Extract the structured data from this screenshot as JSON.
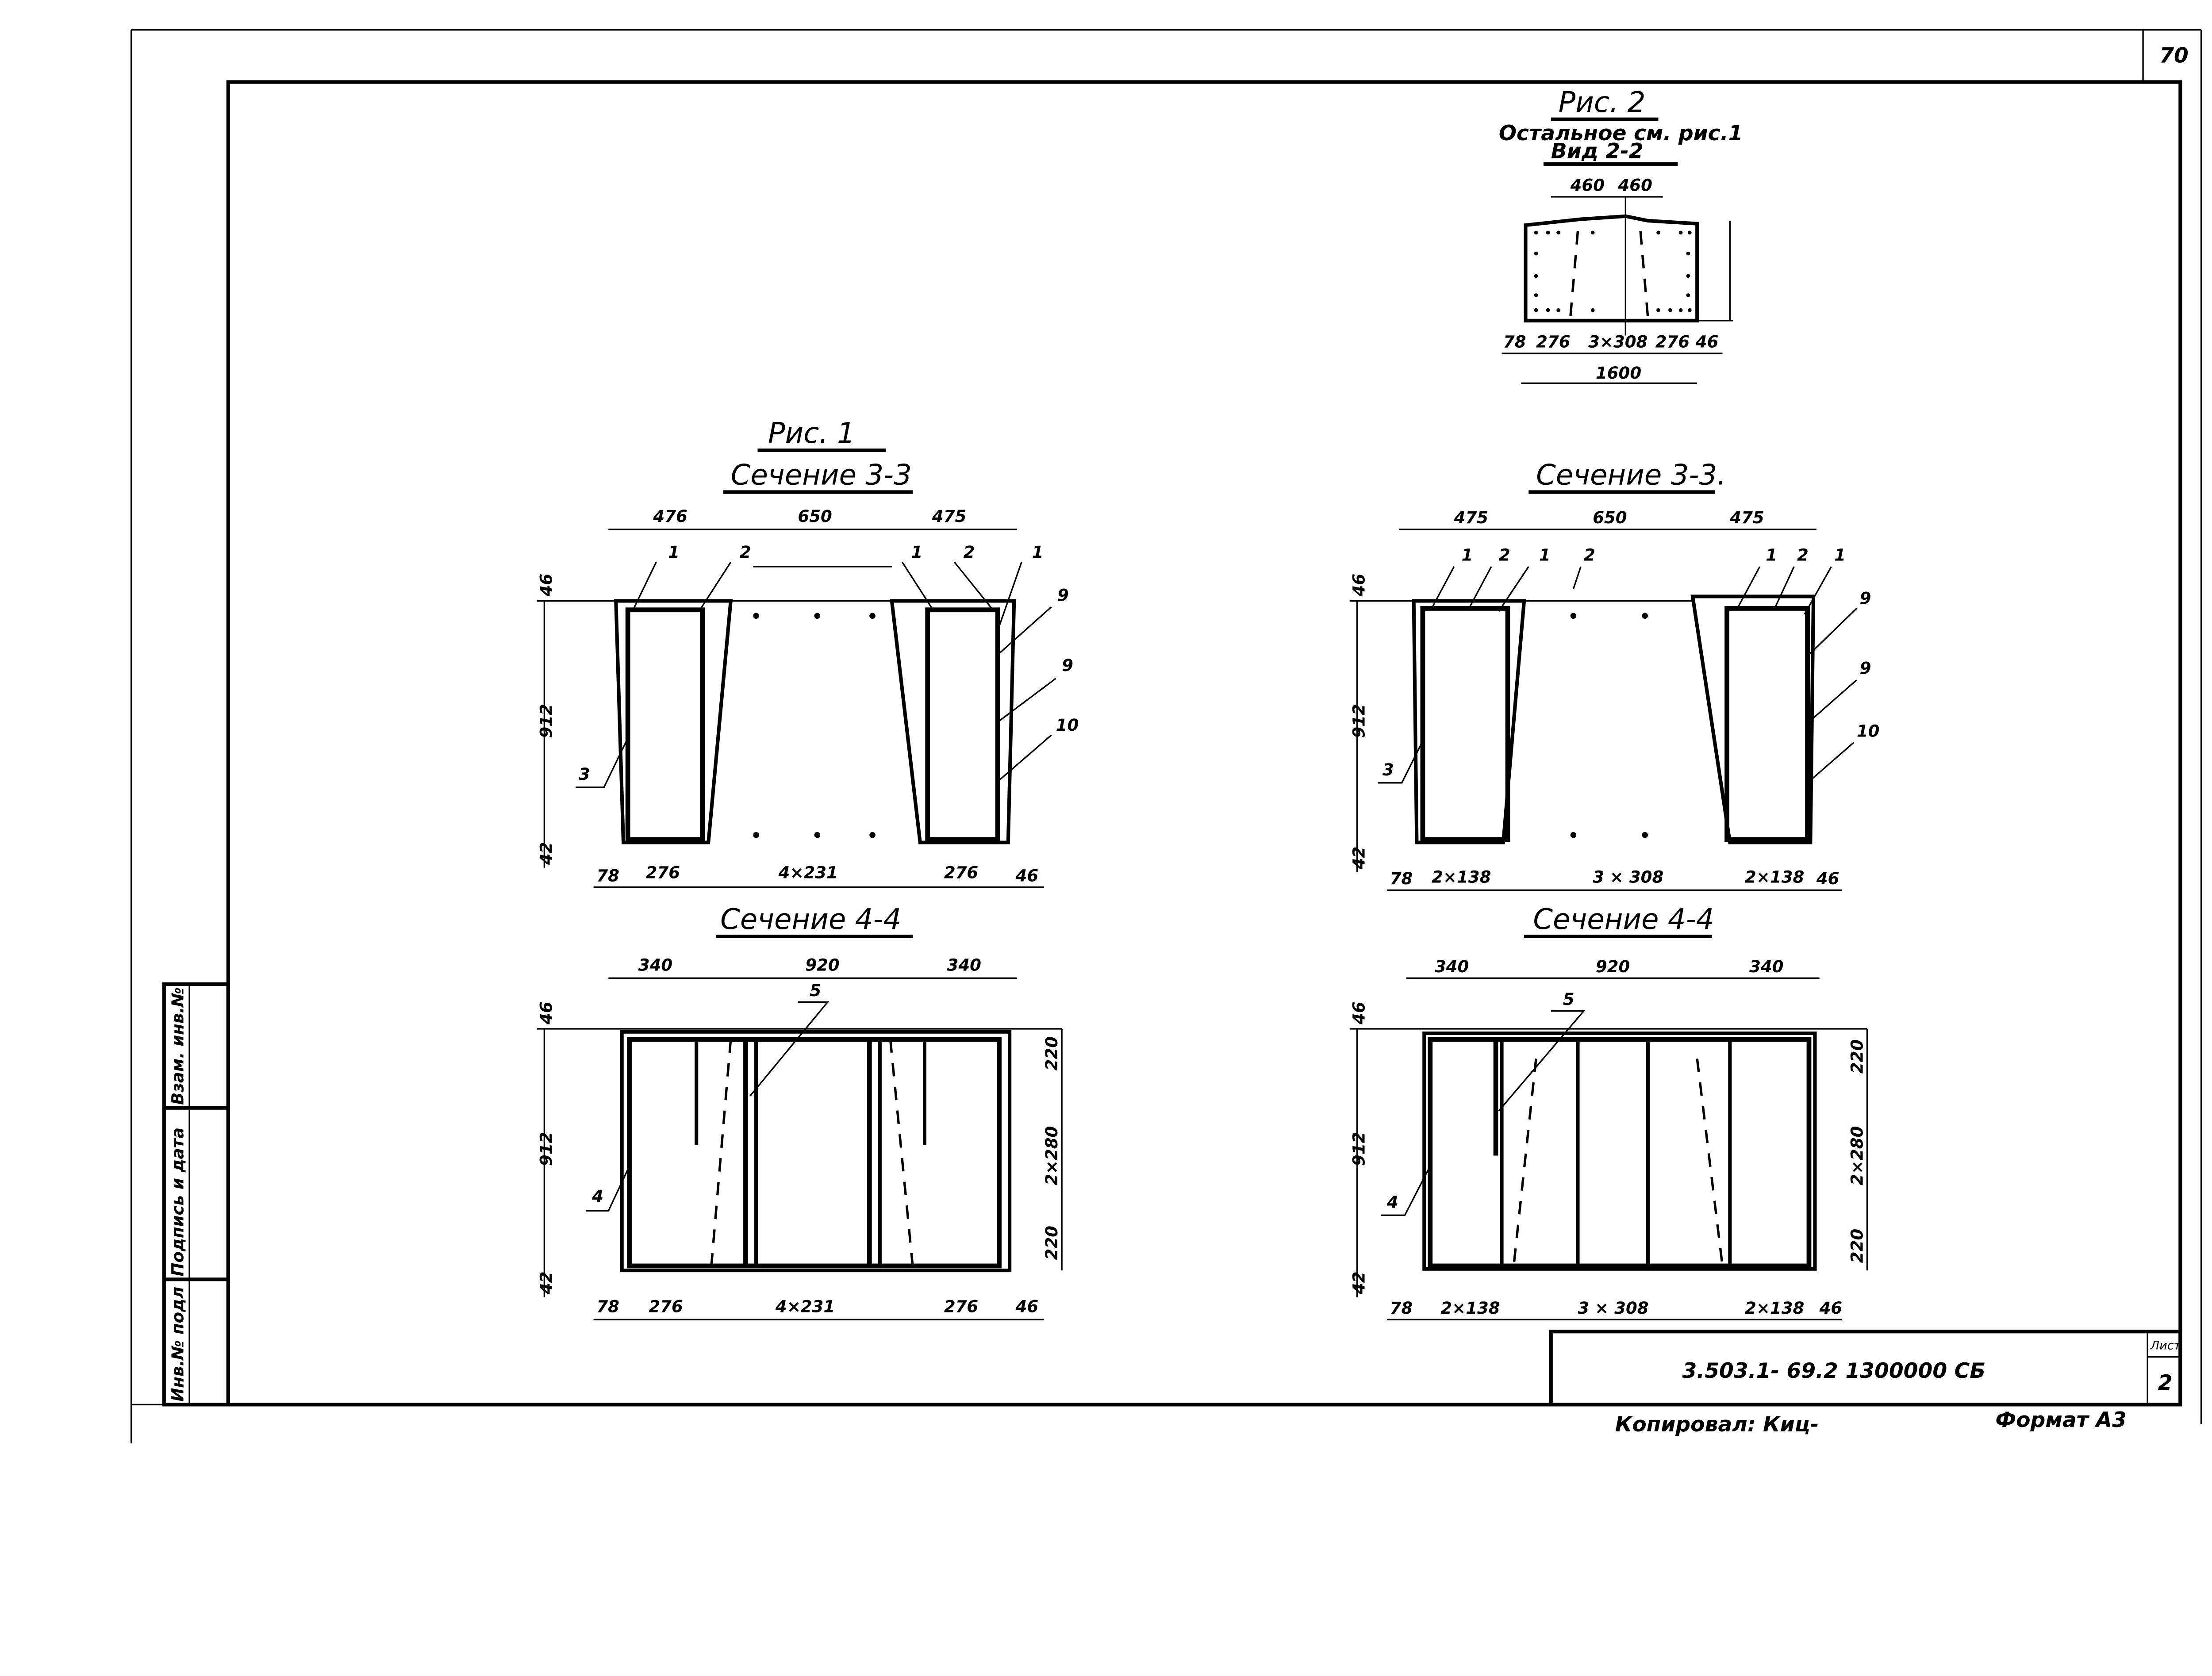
{
  "sheet": {
    "corner_number": "70",
    "stamp_labels": [
      "Инв.№ подл",
      "Подпись и дата",
      "Взам. инв.№"
    ],
    "title_block": {
      "code": "3.503.1- 69.2  1300000  СБ",
      "sheet_label": "Лист",
      "sheet_number": "2"
    },
    "copied_by": "Копировал: Киц-",
    "format": "Формат А3"
  },
  "fig2": {
    "title": "Рис. 2",
    "note": "Остальное см. рис.1",
    "view": "Вид 2-2",
    "top_dims": [
      "460",
      "460"
    ],
    "bottom_dims": [
      "78",
      "276",
      "3×308",
      "276",
      "46"
    ],
    "overall": "1600"
  },
  "fig1": {
    "title": "Рис. 1",
    "left_3_3": {
      "title": "Сечение 3-3",
      "top_dims": [
        "476",
        "650",
        "475"
      ],
      "side_dims": [
        "46",
        "912",
        "42"
      ],
      "bottom_dims": [
        "78",
        "276",
        "4×231",
        "276",
        "46"
      ],
      "callouts": [
        "1",
        "2",
        "1",
        "2",
        "1",
        "9",
        "9",
        "10",
        "3"
      ]
    },
    "left_4_4": {
      "title": "Сечение 4-4",
      "top_dims": [
        "340",
        "920",
        "340"
      ],
      "side_dims": [
        "46",
        "912",
        "42"
      ],
      "right_dims": [
        "220",
        "2×280",
        "220"
      ],
      "bottom_dims": [
        "78",
        "276",
        "4×231",
        "276",
        "46"
      ],
      "callouts": [
        "5",
        "4"
      ]
    }
  },
  "right_3_3": {
    "title": "Сечение 3-3.",
    "top_dims": [
      "475",
      "650",
      "475"
    ],
    "side_dims": [
      "46",
      "912",
      "42"
    ],
    "bottom_dims": [
      "78",
      "2×138",
      "3 × 308",
      "2×138",
      "46"
    ],
    "callouts": [
      "1",
      "2",
      "1",
      "2",
      "1",
      "2",
      "1",
      "9",
      "9",
      "10",
      "3"
    ]
  },
  "right_4_4": {
    "title": "Сечение 4-4",
    "top_dims": [
      "340",
      "920",
      "340"
    ],
    "side_dims": [
      "46",
      "912",
      "42"
    ],
    "right_dims": [
      "220",
      "2×280",
      "220"
    ],
    "bottom_dims": [
      "78",
      "2×138",
      "3 × 308",
      "2×138",
      "46"
    ],
    "callouts": [
      "5",
      "4"
    ]
  }
}
